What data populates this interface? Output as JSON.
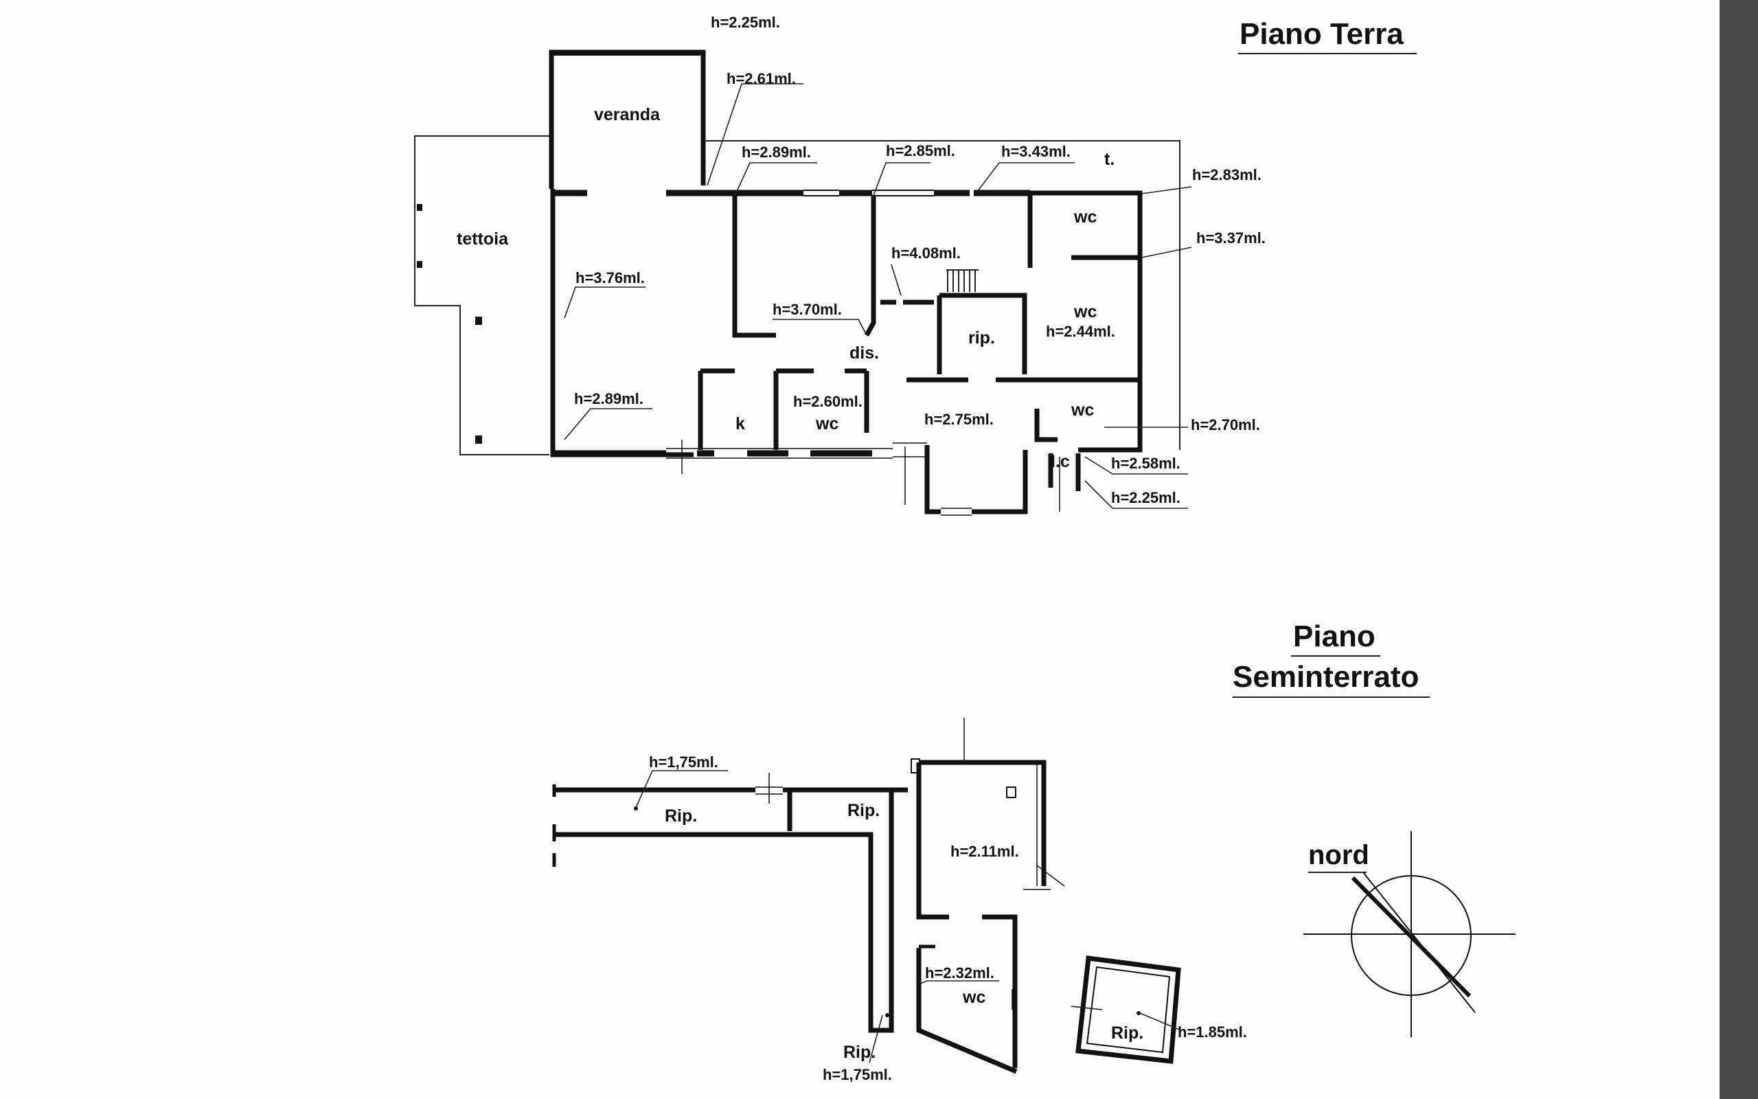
{
  "titles": {
    "ground_floor": "Piano Terra",
    "basement_line1": "Piano",
    "basement_line2": "Seminterrato",
    "north": "nord"
  },
  "ground_rooms": {
    "veranda": "veranda",
    "tettoia": "tettoia",
    "rip": "rip.",
    "dis": "dis.",
    "k": "k",
    "wc_top": "wc",
    "wc_mid": "wc",
    "wc_bottom_left": "wc",
    "wc_bottom_right": "wc",
    "lc": "l.c",
    "t": "t."
  },
  "ground_heights": {
    "h_225_top": "h=2.25ml.",
    "h_261": "h=2.61ml.",
    "h_289_top": "h=2.89ml.",
    "h_285": "h=2.85ml.",
    "h_343": "h=3.43ml.",
    "h_283": "h=2.83ml.",
    "h_337": "h=3.37ml.",
    "h_376": "h=3.76ml.",
    "h_408": "h=4.08ml.",
    "h_370": "h=3.70ml.",
    "h_244": "h=2.44ml.",
    "h_289_bottom": "h=2.89ml.",
    "h_260": "h=2.60ml.",
    "h_275": "h=2.75ml.",
    "h_270": "h=2.70ml.",
    "h_258": "h=2.58ml.",
    "h_225_bottom": "h=2.25ml."
  },
  "basement_rooms": {
    "rip_left": "Rip.",
    "rip_mid": "Rip.",
    "wc": "wc",
    "rip_small": "Rip.",
    "rip_bottom": "Rip."
  },
  "basement_heights": {
    "h_175_top": "h=1,75ml.",
    "h_211": "h=2.11ml.",
    "h_232": "h=2.32ml.",
    "h_185": "h=1.85ml.",
    "h_175_bottom": "h=1,75ml."
  }
}
